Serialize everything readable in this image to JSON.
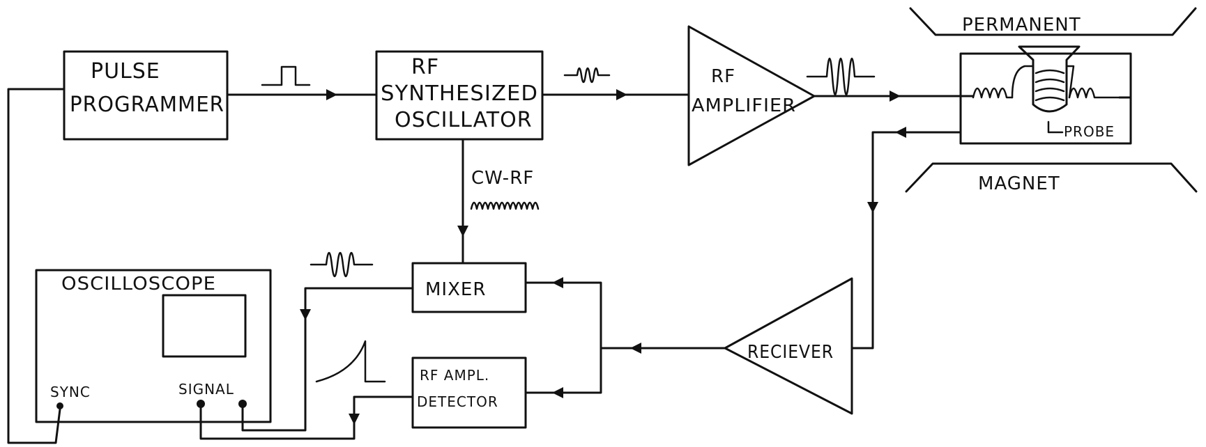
{
  "blocks": {
    "pulse_programmer": [
      "PULSE",
      "PROGRAMMER"
    ],
    "rf_oscillator": [
      "RF",
      "SYNTHESIZED",
      "OSCILLATOR"
    ],
    "rf_amplifier": [
      "RF",
      "AMPLIFIER"
    ],
    "oscilloscope": "OSCILLOSCOPE",
    "mixer": "MIXER",
    "detector": [
      "RF AMPL.",
      "DETECTOR"
    ],
    "receiver": "RECIEVER"
  },
  "magnet": {
    "top": "PERMANENT",
    "bottom": "MAGNET"
  },
  "probe": "PROBE",
  "cw_rf": "CW-RF",
  "oscilloscope_inputs": {
    "sync": "SYNC",
    "signal": "SIGNAL"
  }
}
